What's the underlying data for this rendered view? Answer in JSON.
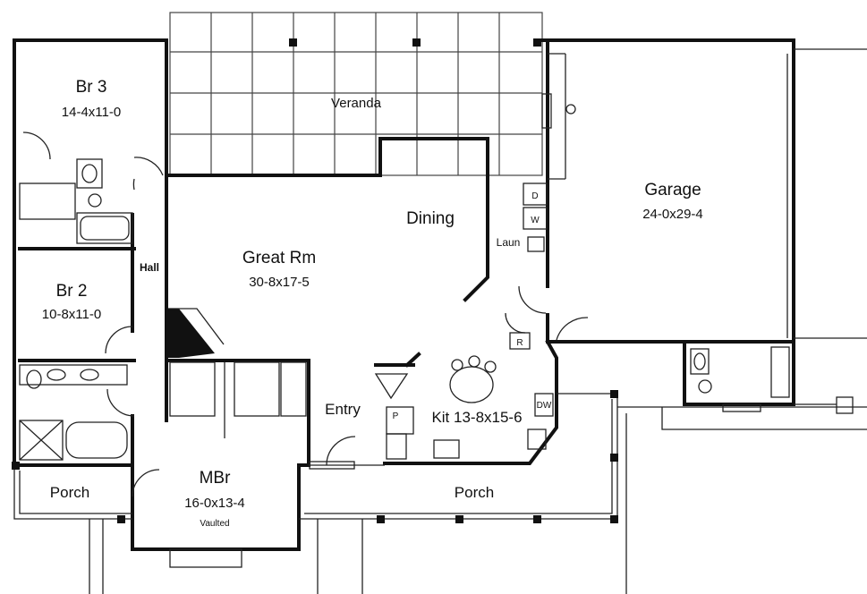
{
  "rooms": {
    "br3": {
      "name": "Br 3",
      "size": "14-4x11-0"
    },
    "veranda": {
      "name": "Veranda"
    },
    "garage": {
      "name": "Garage",
      "size": "24-0x29-4"
    },
    "dining": {
      "name": "Dining"
    },
    "great": {
      "name": "Great Rm",
      "size": "30-8x17-5"
    },
    "br2": {
      "name": "Br 2",
      "size": "10-8x11-0"
    },
    "hall": {
      "name": "Hall"
    },
    "laun": {
      "name": "Laun"
    },
    "entry": {
      "name": "Entry"
    },
    "kit": {
      "name": "Kit 13-8x15-6"
    },
    "mbr": {
      "name": "MBr",
      "size": "16-0x13-4",
      "note": "Vaulted"
    },
    "porch_left": {
      "name": "Porch"
    },
    "porch_front": {
      "name": "Porch"
    }
  },
  "fixtures": {
    "dryer": "D",
    "washer": "W",
    "refrigerator": "R",
    "dishwasher": "DW",
    "pantry": "P"
  }
}
